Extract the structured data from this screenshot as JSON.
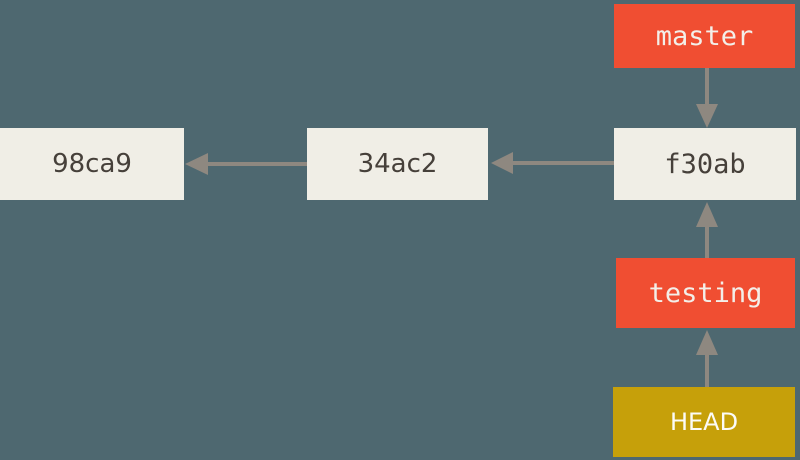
{
  "diagram": {
    "type": "git-commit-graph",
    "nodes": {
      "commit1": {
        "id": "98ca9"
      },
      "commit2": {
        "id": "34ac2"
      },
      "commit3": {
        "id": "f30ab"
      },
      "branch_master": {
        "label": "master"
      },
      "branch_testing": {
        "label": "testing"
      },
      "head": {
        "label": "HEAD"
      }
    },
    "edges": [
      {
        "from": "34ac2",
        "to": "98ca9",
        "direction": "left"
      },
      {
        "from": "f30ab",
        "to": "34ac2",
        "direction": "left"
      },
      {
        "from": "master",
        "to": "f30ab",
        "direction": "down"
      },
      {
        "from": "testing",
        "to": "f30ab",
        "direction": "up"
      },
      {
        "from": "HEAD",
        "to": "testing",
        "direction": "up"
      }
    ],
    "colors": {
      "background": "#4E6870",
      "commit_box": "#F0EEE6",
      "commit_text": "#46403A",
      "branch_box": "#F04E32",
      "branch_text": "#F3EFE9",
      "head_box": "#C6A00A",
      "head_text": "#FCFBF7",
      "arrow": "#8E8880"
    }
  }
}
